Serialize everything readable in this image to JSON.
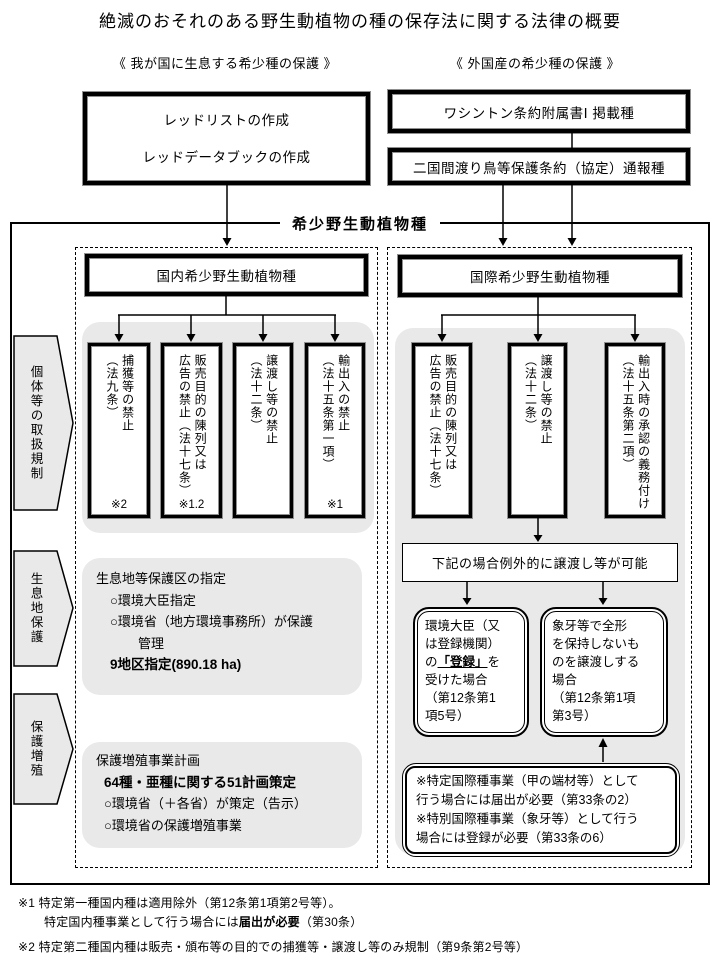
{
  "title": "絶滅のおそれのある野生動植物の種の保存法に関する法律の概要",
  "subtitles": {
    "domestic": "《 我が国に生息する希少種の保護 》",
    "foreign": "《 外国産の希少種の保護 》"
  },
  "top_boxes": {
    "red_list_line1": "レッドリストの作成",
    "red_list_line2": "レッドデータブックの作成",
    "washington": "ワシントン条約附属書Ⅰ 掲載種",
    "bilateral": "二国間渡り鳥等保護条約（協定）通報種"
  },
  "main": {
    "title": "希少野生動植物種",
    "domestic": {
      "header": "国内希少野生動植物種",
      "items": [
        {
          "text": "捕獲等の禁止\n（法九条）",
          "note": "※2"
        },
        {
          "text": "販売目的の陳列又は\n広告の禁止（法十七条）",
          "note": "※1.2"
        },
        {
          "text": "譲渡し等の禁止\n（法十二条）",
          "note": ""
        },
        {
          "text": "輸出入の禁止\n（法十五条第一項）",
          "note": "※1"
        }
      ],
      "habitat": {
        "title": "生息地等保護区の指定",
        "item1": "○環境大臣指定",
        "item2": "○環境省（地方環境事務所）が保護",
        "item2_cont": "管理",
        "stat": "9地区指定(890.18 ha)"
      },
      "breeding": {
        "title": "保護増殖事業計画",
        "stat": "64種・亜種に関する51計画策定",
        "item1": "○環境省（＋各省）が策定（告示）",
        "item2": "○環境省の保護増殖事業"
      }
    },
    "international": {
      "header": "国際希少野生動植物種",
      "items": [
        {
          "text": "販売目的の陳列又は\n広告の禁止（法十七条）"
        },
        {
          "text": "譲渡し等の禁止\n（法十二条）"
        },
        {
          "text": "輸出入時の承認の義務付け\n（法十五条第二項）"
        }
      ],
      "exception_header": "下記の場合例外的に譲渡し等が可能",
      "exception_registration": {
        "pre": "環境大臣（又\nは登録機関）\nの",
        "emph": "「登録」",
        "post": "を\n受けた場合\n（第12条第1\n項5号）"
      },
      "exception_ivory": "象牙等で全形\nを保持しないも\nのを譲渡しする\n場合\n（第12条第1項\n第3号）",
      "business_note": "※特定国際種事業（甲の端材等）として\n行う場合には届出が必要（第33条の2）\n※特別国際種事業（象牙等）として行う\n場合には登録が必要（第33条の6）"
    }
  },
  "side_labels": [
    {
      "label": "個体等の取扱規制"
    },
    {
      "label": "生息地保護"
    },
    {
      "label": "保護増殖"
    }
  ],
  "footnotes": {
    "n1_line1": "※1  特定第一種国内種は適用除外（第12条第1項第2号等）。",
    "n1_line2_pre": "特定国内種事業として行う場合には",
    "n1_line2_bold": "届出が必要",
    "n1_line2_post": "（第30条）",
    "n2": "※2  特定第二種国内種は販売・頒布等の目的での捕獲等・譲渡し等のみ規制（第9条第2号等）"
  },
  "colors": {
    "gray_fill": "#e9e9e9",
    "line": "#000000"
  }
}
